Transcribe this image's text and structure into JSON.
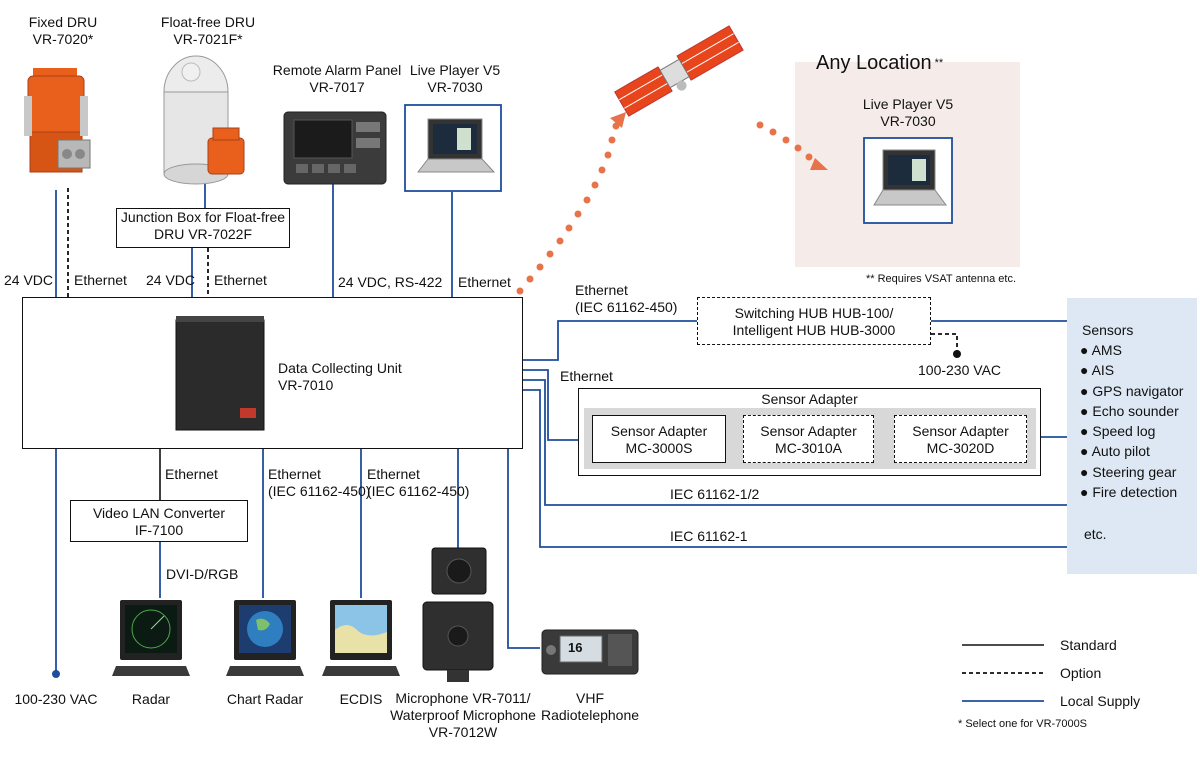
{
  "devices": {
    "fixed_dru": [
      "Fixed DRU",
      "VR-7020*"
    ],
    "float_free_dru": [
      "Float-free DRU",
      "VR-7021F*"
    ],
    "remote_alarm": [
      "Remote Alarm Panel",
      "VR-7017"
    ],
    "live_player": [
      "Live Player V5",
      "VR-7030"
    ],
    "junction_box": [
      "Junction Box for Float-free",
      "DRU VR-7022F"
    ],
    "dcu": [
      "Data Collecting Unit",
      "VR-7010"
    ],
    "video_lan": [
      "Video LAN Converter",
      "IF-7100"
    ],
    "hub": [
      "Switching HUB HUB-100/",
      "Intelligent HUB HUB-3000"
    ],
    "sensor_adapter_group": "Sensor Adapter",
    "sa1": [
      "Sensor Adapter",
      "MC-3000S"
    ],
    "sa2": [
      "Sensor Adapter",
      "MC-3010A"
    ],
    "sa3": [
      "Sensor Adapter",
      "MC-3020D"
    ],
    "radar": "Radar",
    "chart_radar": "Chart Radar",
    "ecdis": "ECDIS",
    "microphone": [
      "Microphone VR-7011/",
      "Waterproof Microphone",
      "VR-7012W"
    ],
    "vhf": [
      "VHF",
      "Radiotelephone"
    ],
    "vhf_display": "16"
  },
  "remote": {
    "any_location": "Any Location",
    "any_location_mark": "**",
    "live_player": [
      "Live Player V5",
      "VR-7030"
    ],
    "note": "** Requires VSAT antenna etc."
  },
  "labels": {
    "vdc24_a": "24 VDC",
    "eth_a": "Ethernet",
    "vdc24_b": "24 VDC",
    "eth_b": "Ethernet",
    "vdc_rs": "24 VDC, RS-422",
    "eth_c": "Ethernet",
    "eth_hub": [
      "Ethernet",
      "(IEC 61162-450)"
    ],
    "eth_sa": "Ethernet",
    "vac_hub": "100-230 VAC",
    "iec12": "IEC 61162-1/2",
    "iec1": "IEC 61162-1",
    "eth_video": "Ethernet",
    "eth_chart": [
      "Ethernet",
      "(IEC 61162-450)"
    ],
    "eth_ecdis": [
      "Ethernet",
      "(IEC 61162-450)"
    ],
    "dvi": "DVI-D/RGB",
    "vac_bottom": "100-230 VAC"
  },
  "sensors": {
    "title": "Sensors",
    "items": [
      "AMS",
      "AIS",
      "GPS navigator",
      "Echo sounder",
      "Speed log",
      "Auto pilot",
      "Steering gear",
      "Fire detection"
    ],
    "etc": "etc."
  },
  "legend": {
    "standard": "Standard",
    "option": "Option",
    "local_supply": "Local Supply",
    "footnote": "* Select one for VR-7000S"
  },
  "colors": {
    "standard": "#111111",
    "local_supply": "#1f4f9c",
    "satellite_link": "#e8734a",
    "sensors_panel": "#dde8f4",
    "remote_panel": "#f5ece9",
    "dru_orange": "#e8601c"
  }
}
